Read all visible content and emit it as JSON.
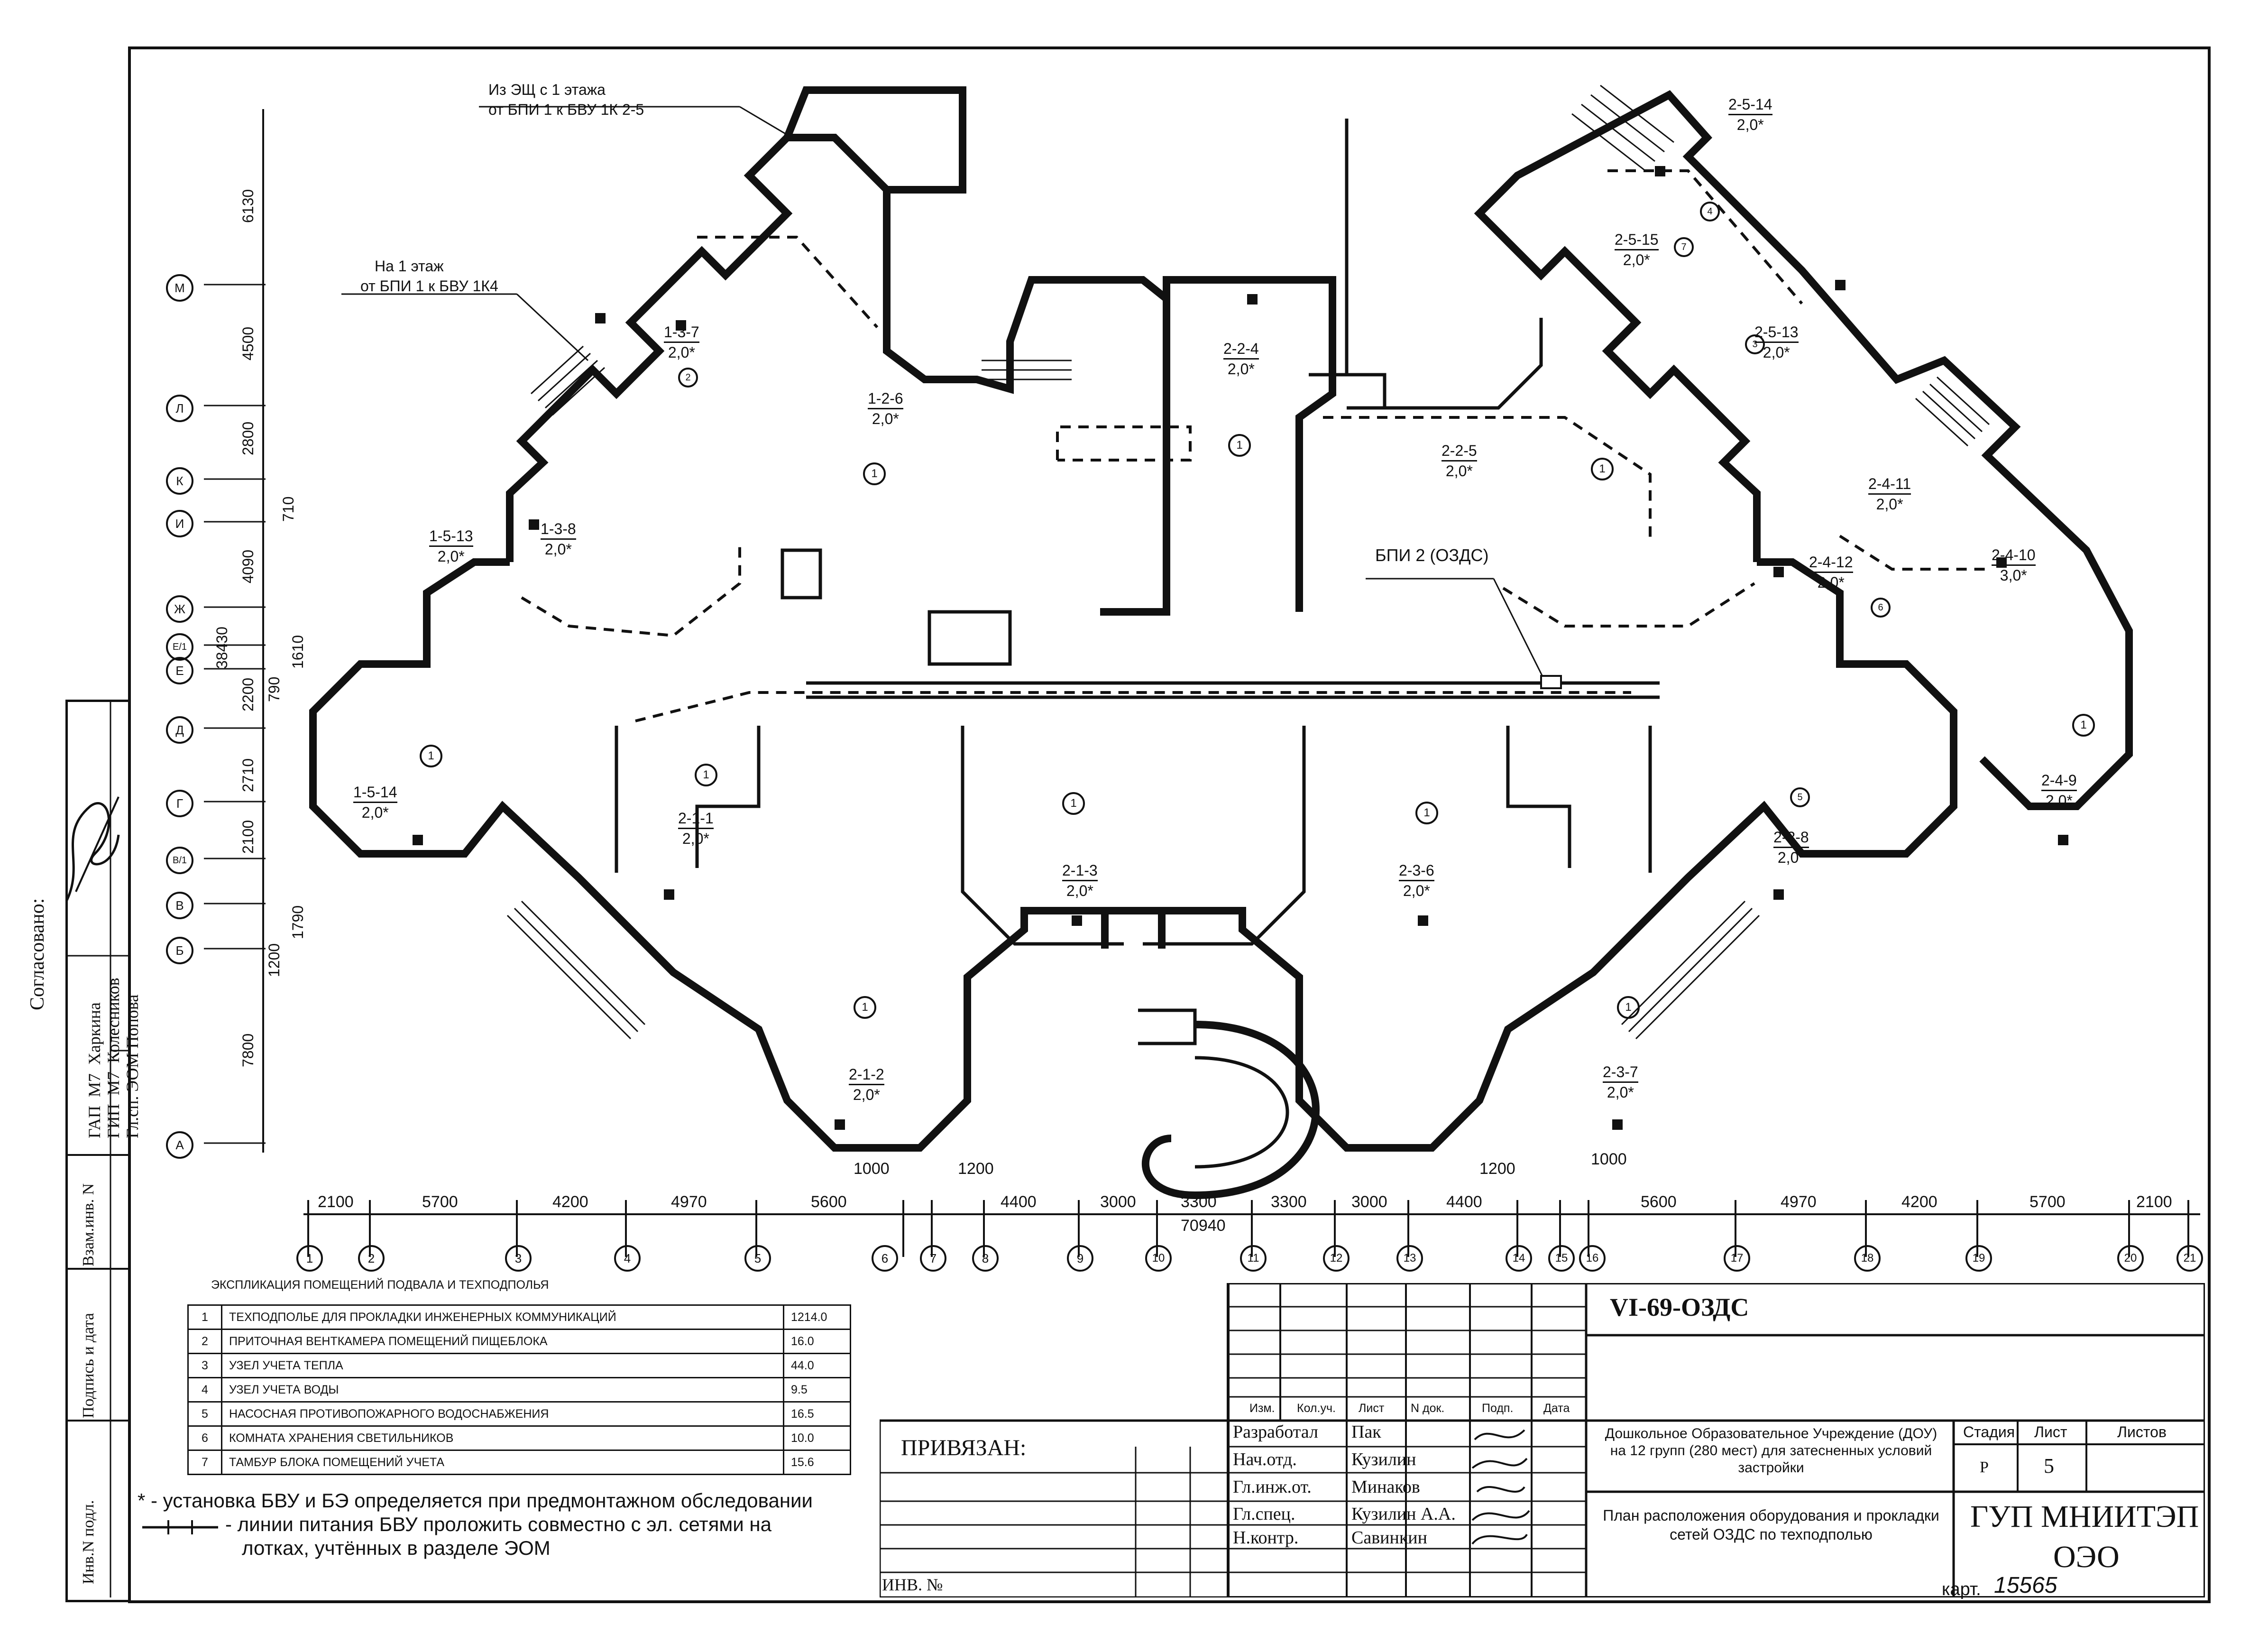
{
  "drawing": {
    "notes_top_left": [
      "Из ЭЩ с 1 этажа",
      "от БПИ 1 к БВУ 1К 2-5"
    ],
    "notes_mid_left": [
      "На 1 этаж",
      "от БПИ 1 к БВУ 1К4"
    ],
    "bpi_label": "БПИ 2 (ОЗДС)",
    "axes_letters": [
      "М",
      "Л",
      "К",
      "И",
      "Ж",
      "Е/1",
      "Е",
      "Д",
      "Г",
      "В/1",
      "В",
      "Б",
      "А"
    ],
    "vertical_dims": [
      "6130",
      "4500",
      "2800",
      "4090",
      "710",
      "38430",
      "1610",
      "2200",
      "790",
      "2710",
      "2100",
      "1790",
      "1200",
      "7800"
    ],
    "axes_numbers": [
      "1",
      "2",
      "3",
      "4",
      "5",
      "6",
      "7",
      "8",
      "9",
      "10",
      "11",
      "12",
      "13",
      "14",
      "15",
      "16",
      "17",
      "18",
      "19",
      "20",
      "21"
    ],
    "horizontal_dims": [
      "2100",
      "5700",
      "4200",
      "4970",
      "5600",
      "4400",
      "3000",
      "3300",
      "3300",
      "3000",
      "4400",
      "5600",
      "4970",
      "4200",
      "5700",
      "2100"
    ],
    "dim_1000_left": "1000",
    "dim_1200_left": "1200",
    "dim_1200_right": "1200",
    "dim_1000_right": "1000",
    "total_dim": "70940",
    "room_tags": [
      {
        "id": "1-3-7",
        "val": "2,0*"
      },
      {
        "id": "1-2-6",
        "val": "2,0*"
      },
      {
        "id": "1-3-8",
        "val": "2,0*"
      },
      {
        "id": "1-5-13",
        "val": "2,0*"
      },
      {
        "id": "1-5-14",
        "val": "2,0*"
      },
      {
        "id": "2-1-1",
        "val": "2,0*"
      },
      {
        "id": "2-1-3",
        "val": "2,0*"
      },
      {
        "id": "2-1-2",
        "val": "2,0*"
      },
      {
        "id": "2-2-4",
        "val": "2,0*"
      },
      {
        "id": "2-2-5",
        "val": "2,0*"
      },
      {
        "id": "2-3-6",
        "val": "2,0*"
      },
      {
        "id": "2-3-7",
        "val": "2,0*"
      },
      {
        "id": "2-3-8",
        "val": "2,0*"
      },
      {
        "id": "2-4-9",
        "val": "2,0*"
      },
      {
        "id": "2-4-10",
        "val": "3,0*"
      },
      {
        "id": "2-4-11",
        "val": "2,0*"
      },
      {
        "id": "2-4-12",
        "val": "2,0*"
      },
      {
        "id": "2-5-13",
        "val": "2,0*"
      },
      {
        "id": "2-5-14",
        "val": "2,0*"
      },
      {
        "id": "2-5-15",
        "val": "2,0*"
      }
    ],
    "room_marks": [
      "1",
      "2",
      "3",
      "4",
      "5",
      "6",
      "7"
    ]
  },
  "explication": {
    "title": "экспликация помещений подвала и техподполья",
    "rows": [
      {
        "n": "1",
        "name": "ТЕХПОДПОЛЬЕ ДЛЯ ПРОКЛАДКИ ИНЖЕНЕРНЫХ КОММУНИКАЦИЙ",
        "area": "1214.0"
      },
      {
        "n": "2",
        "name": "ПРИТОЧНАЯ ВЕНТКАМЕРА ПОМЕЩЕНИЙ ПИЩЕБЛОКА",
        "area": "16.0"
      },
      {
        "n": "3",
        "name": "УЗЕЛ УЧЕТА ТЕПЛА",
        "area": "44.0"
      },
      {
        "n": "4",
        "name": "УЗЕЛ УЧЕТА ВОДЫ",
        "area": "9.5"
      },
      {
        "n": "5",
        "name": "НАСОСНАЯ ПРОТИВОПОЖАРНОГО ВОДОСНАБЖЕНИЯ",
        "area": "16.5"
      },
      {
        "n": "6",
        "name": "КОМНАТА ХРАНЕНИЯ СВЕТИЛЬНИКОВ",
        "area": "10.0"
      },
      {
        "n": "7",
        "name": "ТАМБУР БЛОКА ПОМЕЩЕНИЙ УЧЕТА",
        "area": "15.6"
      }
    ]
  },
  "notes": {
    "note1": "* - установка БВУ и БЭ определяется при предмонтажном обследовании",
    "note2": "- линии питания БВУ проложить совместно с эл. сетями на",
    "note3": "лотках, учтённых в разделе ЭОМ"
  },
  "side_stamp": {
    "agreed": "Согласовано:",
    "rows": [
      {
        "role": "ГАП",
        "mark": "М7",
        "name": "Харкина"
      },
      {
        "role": "ГИП",
        "mark": "М7",
        "name": "Колесников"
      },
      {
        "role": "Гл.сп.",
        "mark": "ЭОМ",
        "name": "Попова"
      }
    ],
    "inv1": "Взам.инв. N",
    "inv2": "Подпись и дата",
    "inv3": "Инв.N подл."
  },
  "title_block": {
    "code": "VI-69-ОЗДС",
    "privyazan": "ПРИВЯЗАН:",
    "inv_no": "ИНВ. №",
    "head": [
      "Изм.",
      "Кол.уч.",
      "Лист",
      "N док.",
      "Подп.",
      "Дата"
    ],
    "staff": [
      {
        "role": "Разработал",
        "name": "Пак"
      },
      {
        "role": "Нач.отд.",
        "name": "Кузилин"
      },
      {
        "role": "Гл.инж.от.",
        "name": "Минаков"
      },
      {
        "role": "Гл.спец.",
        "name": "Кузилин А.А."
      },
      {
        "role": "Н.контр.",
        "name": "Савинкин"
      }
    ],
    "project": "Дошкольное Образовательное Учреждение (ДОУ) на 12 групп (280 мест) для затесненных условий застройки",
    "sheet_title": "План расположения оборудования и прокладки сетей ОЗДС по техподполью",
    "stage_h": "Стадия",
    "sheet_h": "Лист",
    "sheets_h": "Листов",
    "stage": "Р",
    "sheet": "5",
    "org1": "ГУП МНИИТЭП",
    "org2": "ОЭО",
    "kart_label": "карт.",
    "kart_no": "15565"
  }
}
